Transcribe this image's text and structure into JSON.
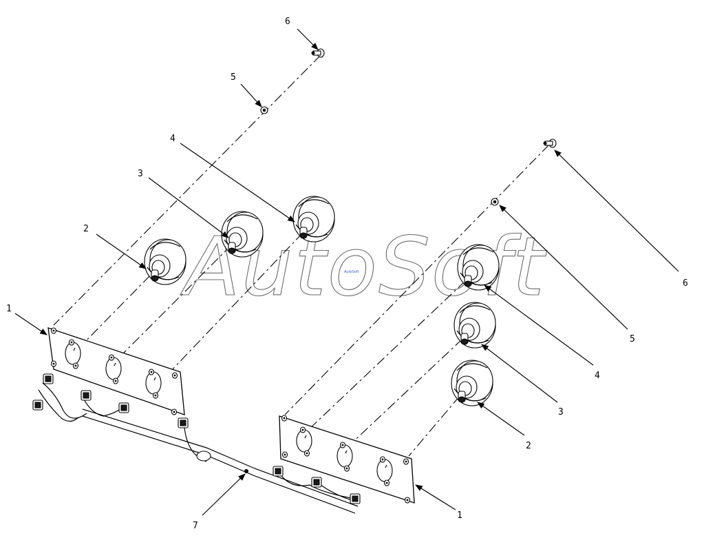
{
  "diagram": {
    "watermark": "AutoSoft",
    "watermark_tag": "AutoSoft",
    "colors": {
      "line": "#000000",
      "watermark": "#6b6b6b",
      "tag": "#3355cc",
      "background": "#ffffff"
    }
  },
  "callouts": {
    "left_1": "1",
    "left_2": "2",
    "left_3": "3",
    "left_4": "4",
    "left_5": "5",
    "left_6": "6",
    "right_1": "1",
    "right_2": "2",
    "right_3": "3",
    "right_4": "4",
    "right_5": "5",
    "right_6": "6",
    "harness_7": "7"
  }
}
